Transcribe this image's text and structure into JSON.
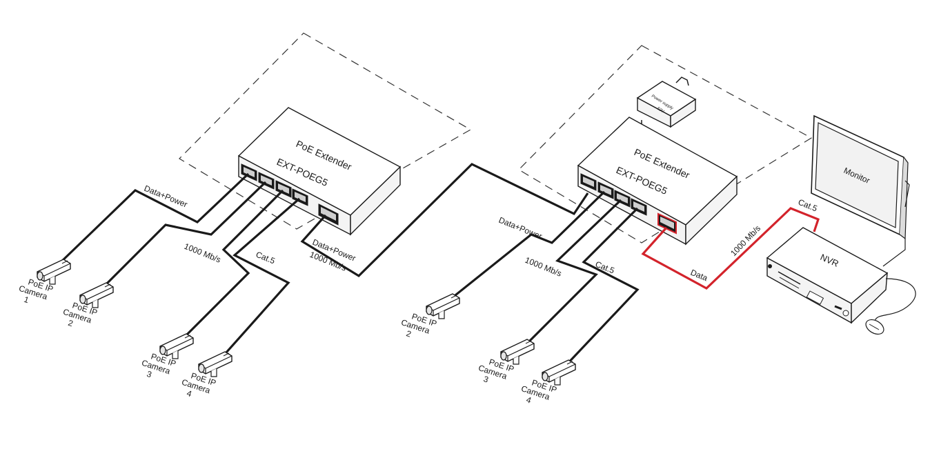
{
  "colors": {
    "cable": "#1a1a1a",
    "data_cable": "#d3232b",
    "background": "#ffffff"
  },
  "left_extender": {
    "title": "PoE Extender",
    "model": "EXT-POEG5",
    "labels": {
      "data_power_in": "Data+Power",
      "speed": "1000 Mb/s",
      "cat5": "Cat.5",
      "data_power_out": "Data+Power",
      "speed_out": "1000 Mb/s"
    },
    "cameras": [
      {
        "lines": [
          "PoE IP",
          "Camera",
          "1"
        ]
      },
      {
        "lines": [
          "PoE IP",
          "Camera",
          "2"
        ]
      },
      {
        "lines": [
          "PoE IP",
          "Camera",
          "3"
        ]
      },
      {
        "lines": [
          "PoE IP",
          "Camera",
          "4"
        ]
      }
    ]
  },
  "right_extender": {
    "title": "PoE Extender",
    "model": "EXT-POEG5",
    "power_supply": {
      "line1": "Power supply",
      "line2": "52V"
    },
    "labels": {
      "data_power": "Data+Power",
      "speed": "1000 Mb/s",
      "cat5": "Cat.5",
      "data": "Data",
      "speed_nvr": "1000 Mb/s",
      "cat5_nvr": "Cat.5"
    },
    "cameras": [
      {
        "lines": [
          "PoE IP",
          "Camera",
          "2"
        ]
      },
      {
        "lines": [
          "PoE IP",
          "Camera",
          "3"
        ]
      },
      {
        "lines": [
          "PoE IP",
          "Camera",
          "4"
        ]
      }
    ]
  },
  "monitor": {
    "label": "Monitor"
  },
  "nvr": {
    "label": "NVR"
  }
}
